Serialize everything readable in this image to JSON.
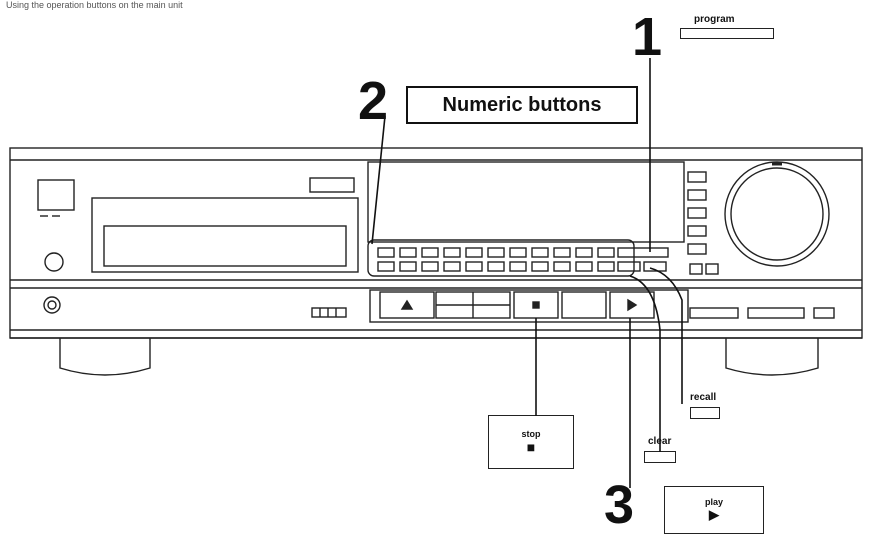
{
  "caption": "Using the operation buttons on the main unit",
  "steps": {
    "step1": "1",
    "step2": "2",
    "step3": "3"
  },
  "callouts": {
    "numeric_buttons": "Numeric buttons",
    "program": "program",
    "recall": "recall",
    "clear": "clear",
    "stop": "stop",
    "play": "play"
  },
  "symbols": {
    "stop_symbol": "■",
    "play_symbol": "▶"
  }
}
